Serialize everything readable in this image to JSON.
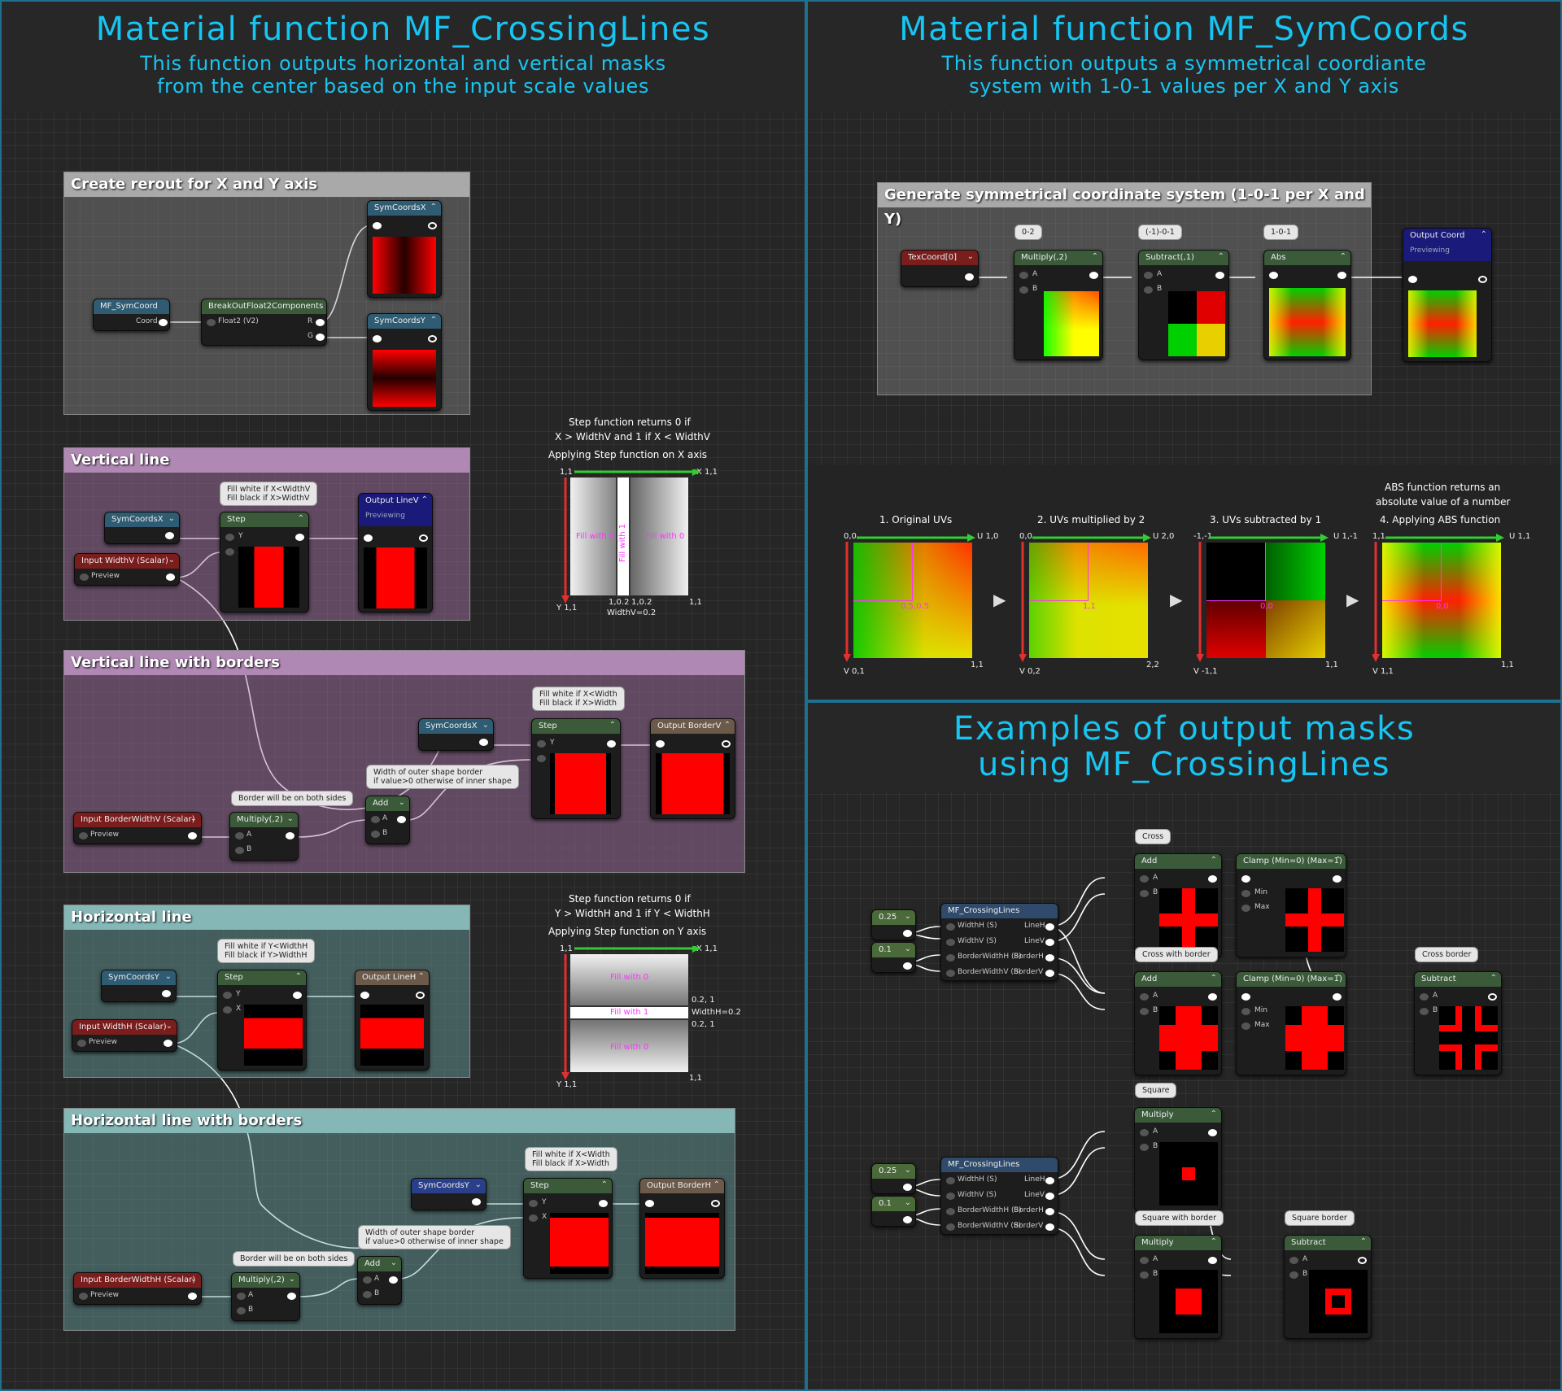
{
  "left": {
    "title": "Material function MF_CrossingLines",
    "sub1": "This function outputs horizontal and vertical masks",
    "sub2": "from the center based on the input scale values"
  },
  "topright": {
    "title": "Material function MF_SymCoords",
    "sub1": "This function outputs a symmetrical coordiante",
    "sub2": "system with 1-0-1 values per X and Y axis"
  },
  "bottomright": {
    "title1": "Examples of output masks",
    "title2": "using MF_CrossingLines"
  },
  "comments": {
    "reroute": "Create rerout for X and Y axis",
    "vline": "Vertical line",
    "vlineb": "Vertical line with borders",
    "hline": "Horizontal line",
    "hlineb": "Horizontal line with borders",
    "symgen": "Generate symmetrical coordinate system (1-0-1 per X and Y)"
  },
  "nodes": {
    "mf_symcoord": "MF_SymCoord",
    "coord": "Coord",
    "breakout": "BreakOutFloat2Components",
    "float2": "Float2 (V2)",
    "r": "R",
    "g": "G",
    "symcoordsx": "SymCoordsX",
    "symcoordsy": "SymCoordsY",
    "step": "Step",
    "y": "Y",
    "x": "X",
    "a": "A",
    "b": "B",
    "output_linev": "Output LineV",
    "previewing": "Previewing",
    "output_lineh": "Output LineH",
    "output_borderv": "Output BorderV",
    "output_borderh": "Output BorderH",
    "input_widthv": "Input WidthV (Scalar)",
    "input_widthh": "Input WidthH (Scalar)",
    "input_borderwidthv": "Input BorderWidthV (Scalar)",
    "input_borderwidthh": "Input BorderWidthH (Scalar)",
    "preview": "Preview",
    "multiply2": "Multiply(,2)",
    "add": "Add",
    "texcoord": "TexCoord[0]",
    "subtract1": "Subtract(,1)",
    "abs": "Abs",
    "output_coord": "Output Coord",
    "mf_crossinglines": "MF_CrossingLines",
    "widthh_s": "WidthH (S)",
    "widthv_s": "WidthV (S)",
    "borderwidthh_s": "BorderWidthH (S)",
    "borderwidthv_s": "BorderWidthV (S)",
    "lineh": "LineH",
    "linev": "LineV",
    "borderh": "BorderH",
    "borderv": "BorderV",
    "v025": "0.25",
    "v01": "0.1",
    "clamp": "Clamp (Min=0) (Max=1)",
    "min": "Min",
    "max": "Max",
    "subtract": "Subtract",
    "multiply": "Multiply"
  },
  "bubbles": {
    "fill_v": [
      "Fill white if X<WidthV",
      "Fill black if X>WidthV"
    ],
    "fill_vb": [
      "Fill white if X<Width",
      "Fill black if X>Width"
    ],
    "fill_h": [
      "Fill white if Y<WidthH",
      "Fill black if Y>WidthH"
    ],
    "fill_hb": [
      "Fill white if X<Width",
      "Fill black if X>Width"
    ],
    "outer": [
      "Width of outer shape border",
      "if value>0 otherwise of inner shape"
    ],
    "both": "Border will be on both sides",
    "b02": "0-2",
    "bm101": "(-1)-0-1",
    "b101": "1-0-1",
    "cross": "Cross",
    "cross_border": "Cross with border",
    "cross_border2": "Cross border",
    "square": "Square",
    "square_border": "Square with border",
    "square_border2": "Square border"
  },
  "stepv": {
    "l1": "Step function returns 0 if",
    "l2": "X > WidthV and 1 if X < WidthV",
    "l3": "Applying Step function on X axis",
    "tl": "1,1",
    "tr": "X 1,1",
    "bl": "Y 1,1",
    "m1": "1,0.2",
    "m2": "1,0.2",
    "br": "1,1",
    "w": "WidthV=0.2",
    "f0": "Fill with 0",
    "f1": "Fill with 1"
  },
  "steph": {
    "l1": "Step function returns 0 if",
    "l2": "Y > WidthH and 1 if Y < WidthH",
    "l3": "Applying Step function on Y axis",
    "tl": "1,1",
    "tr": "X 1,1",
    "bl": "Y 1,1",
    "r1": "0.2, 1",
    "r2": "WidthH=0.2",
    "r3": "0.2, 1",
    "br": "1,1",
    "f0": "Fill with 0",
    "f1": "Fill with 1"
  },
  "uvs": {
    "abs1": "ABS function returns an",
    "abs2": "absolute value of a number",
    "t1": "1. Original UVs",
    "t2": "2. UVs multiplied by 2",
    "t3": "3. UVs subtracted by 1",
    "t4": "4. Applying ABS function",
    "a_tl": "0,0",
    "a_tr": "U 1,0",
    "a_bl": "V 0,1",
    "a_br": "1,1",
    "a_m": "0.5,0.5",
    "b_tl": "0,0",
    "b_tr": "U 2,0",
    "b_bl": "V 0,2",
    "b_br": "2,2",
    "b_m": "1,1",
    "c_tl": "-1,-1",
    "c_tr": "U 1,-1",
    "c_bl": "V -1,1",
    "c_br": "1,1",
    "c_m": "0,0",
    "d_tl": "1,1",
    "d_tr": "U 1,1",
    "d_bl": "V 1,1",
    "d_br": "1,1",
    "d_m": "0,0"
  },
  "colors": {
    "accent": "#17c5f2",
    "red": "#ff0000",
    "wire": "#ffffff"
  }
}
